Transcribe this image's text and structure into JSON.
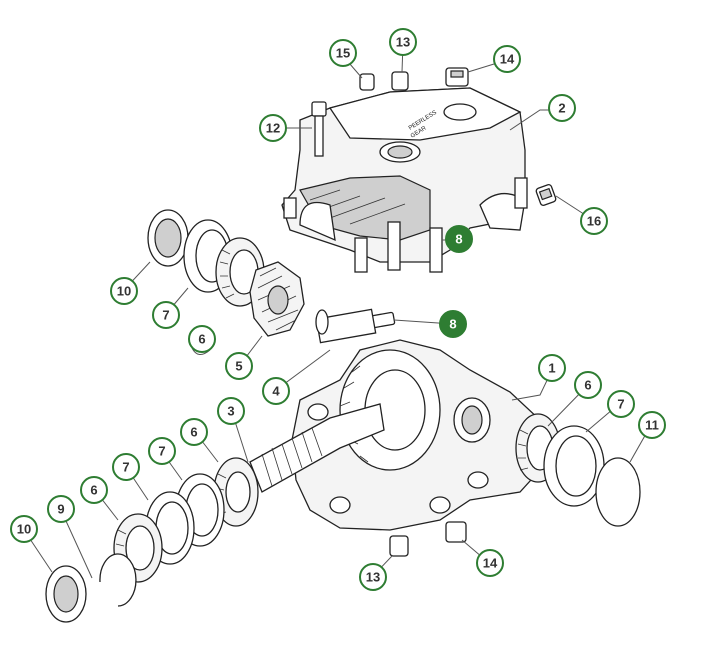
{
  "colors": {
    "callout_border": "#2e7d32",
    "callout_fill_highlight": "#2e7d32",
    "callout_text": "#333333",
    "line_art": "#222222"
  },
  "callouts": [
    {
      "label": "15",
      "style": "ring"
    },
    {
      "label": "13",
      "style": "ring"
    },
    {
      "label": "14",
      "style": "ring"
    },
    {
      "label": "2",
      "style": "ring"
    },
    {
      "label": "12",
      "style": "ring"
    },
    {
      "label": "16",
      "style": "ring"
    },
    {
      "label": "8",
      "style": "solid"
    },
    {
      "label": "10",
      "style": "ring"
    },
    {
      "label": "7",
      "style": "ring"
    },
    {
      "label": "8",
      "style": "solid"
    },
    {
      "label": "6",
      "style": "ring"
    },
    {
      "label": "5",
      "style": "ring"
    },
    {
      "label": "4",
      "style": "ring"
    },
    {
      "label": "1",
      "style": "ring"
    },
    {
      "label": "6",
      "style": "ring"
    },
    {
      "label": "7",
      "style": "ring"
    },
    {
      "label": "11",
      "style": "ring"
    },
    {
      "label": "3",
      "style": "ring"
    },
    {
      "label": "6",
      "style": "ring"
    },
    {
      "label": "7",
      "style": "ring"
    },
    {
      "label": "7",
      "style": "ring"
    },
    {
      "label": "6",
      "style": "ring"
    },
    {
      "label": "9",
      "style": "ring"
    },
    {
      "label": "10",
      "style": "ring"
    },
    {
      "label": "13",
      "style": "ring"
    },
    {
      "label": "14",
      "style": "ring"
    }
  ]
}
